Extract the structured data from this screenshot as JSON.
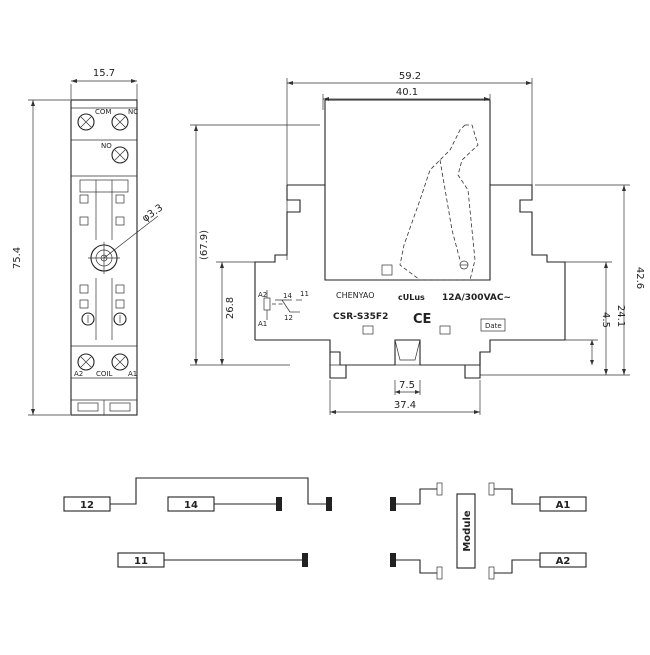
{
  "front_view": {
    "width_dim": "15.7",
    "height_dim": "75.4",
    "hole_dim": "φ3.3",
    "terminal_labels": [
      "COM",
      "NC",
      "NO",
      "A2",
      "COIL",
      "A1"
    ]
  },
  "side_view": {
    "dim_total_width": "59.2",
    "dim_relay_width": "40.1",
    "dim_overall_height": "(67.9)",
    "dim_right_height": "42.6",
    "dim_base_height": "26.8",
    "dim_base_right": "24.1",
    "dim_small_height": "4.5",
    "dim_slot": "7.5",
    "dim_rail": "37.4",
    "brand": "CHENYAO",
    "cert": "cULus",
    "rating": "12A/300VAC~",
    "model": "CSR-S35F2",
    "ce": "CE",
    "date_label": "Date",
    "schematic_pins": [
      "A2",
      "14",
      "11",
      "12",
      "A1"
    ]
  },
  "wiring": {
    "terminals": [
      "12",
      "14",
      "11",
      "A1",
      "A2"
    ],
    "module_label": "Module"
  }
}
